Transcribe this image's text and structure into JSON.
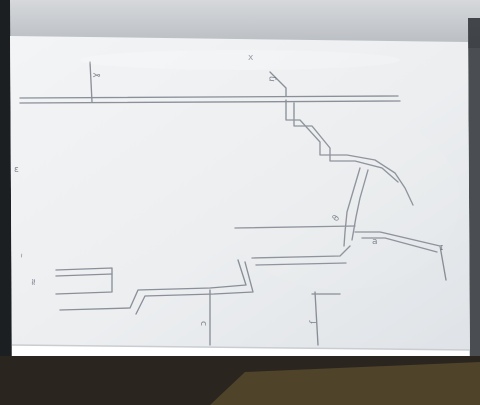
{
  "photo": {
    "subject": "Photograph of a hand-drawn pencil sketch on a sheet of paper",
    "palette": {
      "background": "#ffffff",
      "shadow": "#1b1f22",
      "paper": "#eceef0",
      "table": "#2b2520",
      "pencil": "#6f7580"
    },
    "notes": [
      "ɣ",
      "x",
      "ŋ",
      "",
      "ϑ",
      "a",
      "ɪ",
      "–",
      "≈",
      "ɔ",
      "ſ",
      "ɛ"
    ]
  }
}
